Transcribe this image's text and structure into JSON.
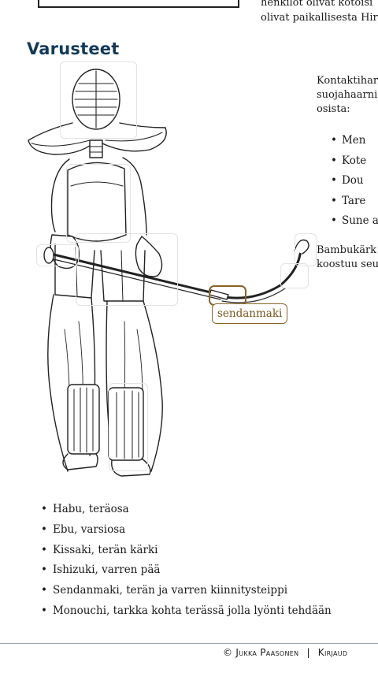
{
  "top_text": {
    "line1": "henkilöt olivat kotoisi",
    "line2": "olivat paikallisesta Hir"
  },
  "section": {
    "title": "Varusteet"
  },
  "figure": {
    "active_label": "sendanmaki",
    "icons": {
      "figure": "kendo-bogu-illustration"
    }
  },
  "right_text": {
    "line1": "Kontaktihar",
    "line2": "suojahaarni",
    "line3": "osista:"
  },
  "right_list": [
    "Men",
    "Kote",
    "Dou",
    "Tare",
    "Sune a"
  ],
  "right_text2": {
    "line1": "Bambukärk",
    "line2": "koostuu seu"
  },
  "parts_list": [
    "Habu, teräosa",
    "Ebu, varsiosa",
    "Kissaki, terän kärki",
    "Ishizuki, varren pää",
    "Sendanmaki, terän ja varren kiinnitysteippi",
    "Monouchi, tarkka kohta terässä jolla lyönti tehdään"
  ],
  "footer": {
    "copyright": "© Jukka Paasonen",
    "separator": "|",
    "right": "Kirjaud"
  },
  "colors": {
    "heading": "#123a5a",
    "highlight": "#8a6424"
  }
}
